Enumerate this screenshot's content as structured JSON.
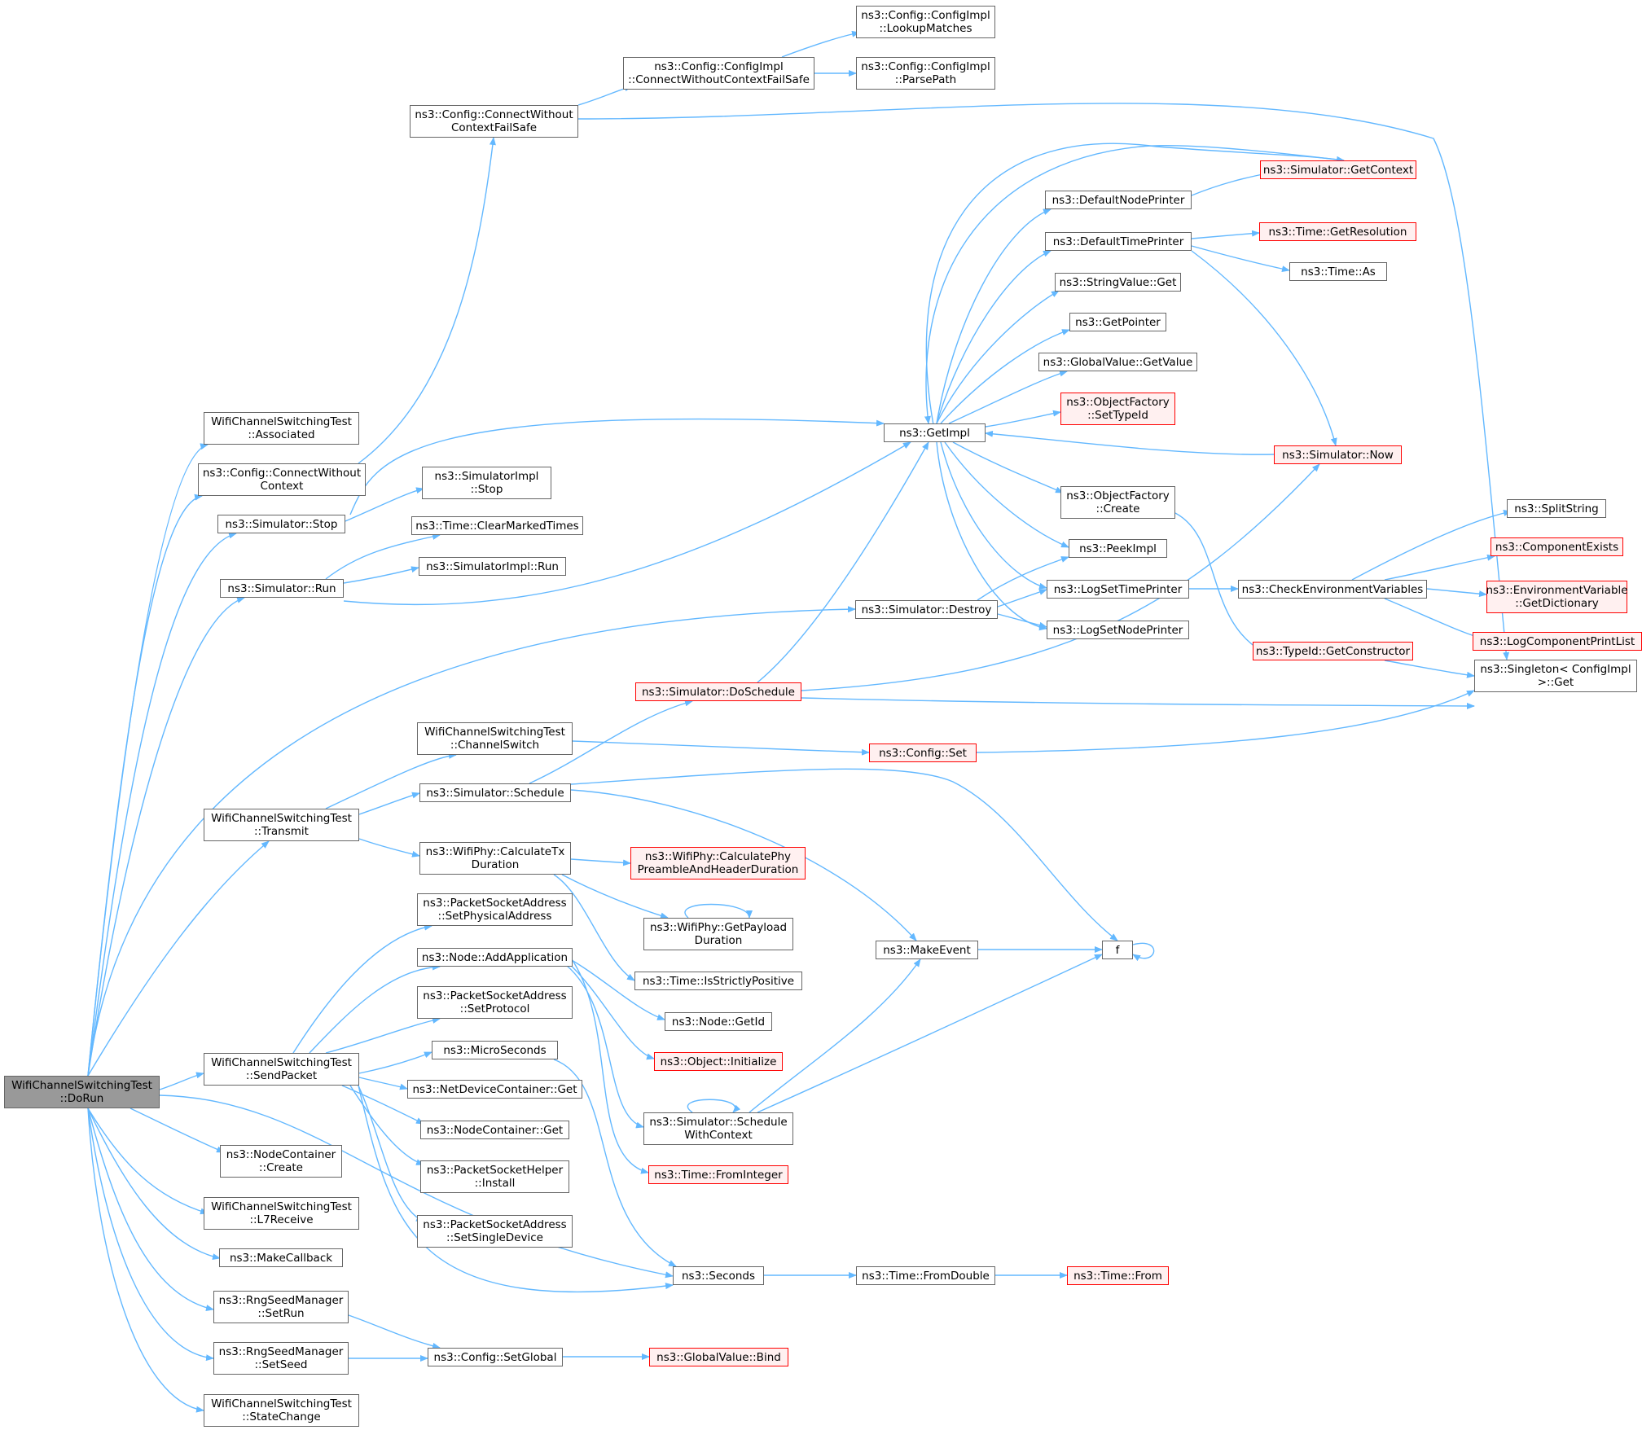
{
  "graph": {
    "edge_color": "#63b8ff",
    "node_border": "#666666",
    "red_border": "#ff0000",
    "red_fill": "#fff0f0",
    "root_fill": "#999999",
    "nodes": [
      {
        "id": "root",
        "label": "WifiChannelSwitchingTest\n::DoRun",
        "style": "root"
      },
      {
        "id": "associated",
        "label": "WifiChannelSwitchingTest\n::Associated",
        "style": "normal"
      },
      {
        "id": "cfgcwc",
        "label": "ns3::Config::ConnectWithout\nContext",
        "style": "normal"
      },
      {
        "id": "simstop",
        "label": "ns3::Simulator::Stop",
        "style": "normal"
      },
      {
        "id": "simrun",
        "label": "ns3::Simulator::Run",
        "style": "normal"
      },
      {
        "id": "transmit",
        "label": "WifiChannelSwitchingTest\n::Transmit",
        "style": "normal"
      },
      {
        "id": "sendpacket",
        "label": "WifiChannelSwitchingTest\n::SendPacket",
        "style": "normal"
      },
      {
        "id": "nccreate",
        "label": "ns3::NodeContainer\n::Create",
        "style": "normal"
      },
      {
        "id": "l7receive",
        "label": "WifiChannelSwitchingTest\n::L7Receive",
        "style": "normal"
      },
      {
        "id": "makecallback",
        "label": "ns3::MakeCallback",
        "style": "normal"
      },
      {
        "id": "setrun",
        "label": "ns3::RngSeedManager\n::SetRun",
        "style": "normal"
      },
      {
        "id": "setseed",
        "label": "ns3::RngSeedManager\n::SetSeed",
        "style": "normal"
      },
      {
        "id": "statechange",
        "label": "WifiChannelSwitchingTest\n::StateChange",
        "style": "normal"
      },
      {
        "id": "cfgcwcfs",
        "label": "ns3::Config::ConnectWithout\nContextFailSafe",
        "style": "normal"
      },
      {
        "id": "cicwcfs",
        "label": "ns3::Config::ConfigImpl\n::ConnectWithoutContextFailSafe",
        "style": "normal"
      },
      {
        "id": "lookup",
        "label": "ns3::Config::ConfigImpl\n::LookupMatches",
        "style": "normal"
      },
      {
        "id": "parsepath",
        "label": "ns3::Config::ConfigImpl\n::ParsePath",
        "style": "normal"
      },
      {
        "id": "simimplstop",
        "label": "ns3::SimulatorImpl\n::Stop",
        "style": "normal"
      },
      {
        "id": "clearmarked",
        "label": "ns3::Time::ClearMarkedTimes",
        "style": "normal"
      },
      {
        "id": "simimplrun",
        "label": "ns3::SimulatorImpl::Run",
        "style": "normal"
      },
      {
        "id": "chswitch",
        "label": "WifiChannelSwitchingTest\n::ChannelSwitch",
        "style": "normal"
      },
      {
        "id": "simschedule",
        "label": "ns3::Simulator::Schedule",
        "style": "normal"
      },
      {
        "id": "calctx",
        "label": "ns3::WifiPhy::CalculateTx\nDuration",
        "style": "normal"
      },
      {
        "id": "psa_phys",
        "label": "ns3::PacketSocketAddress\n::SetPhysicalAddress",
        "style": "normal"
      },
      {
        "id": "addapp",
        "label": "ns3::Node::AddApplication",
        "style": "normal"
      },
      {
        "id": "psa_proto",
        "label": "ns3::PacketSocketAddress\n::SetProtocol",
        "style": "normal"
      },
      {
        "id": "microsec",
        "label": "ns3::MicroSeconds",
        "style": "normal"
      },
      {
        "id": "ndcget",
        "label": "ns3::NetDeviceContainer::Get",
        "style": "normal"
      },
      {
        "id": "ncget",
        "label": "ns3::NodeContainer::Get",
        "style": "normal"
      },
      {
        "id": "pshinstall",
        "label": "ns3::PacketSocketHelper\n::Install",
        "style": "normal"
      },
      {
        "id": "psa_single",
        "label": "ns3::PacketSocketAddress\n::SetSingleDevice",
        "style": "normal"
      },
      {
        "id": "cfgsetglobal",
        "label": "ns3::Config::SetGlobal",
        "style": "normal"
      },
      {
        "id": "doschedule",
        "label": "ns3::Simulator::DoSchedule",
        "style": "red"
      },
      {
        "id": "calcphy",
        "label": "ns3::WifiPhy::CalculatePhy\nPreambleAndHeaderDuration",
        "style": "red"
      },
      {
        "id": "getpayload",
        "label": "ns3::WifiPhy::GetPayload\nDuration",
        "style": "normal"
      },
      {
        "id": "strictpos",
        "label": "ns3::Time::IsStrictlyPositive",
        "style": "normal"
      },
      {
        "id": "nodegetid",
        "label": "ns3::Node::GetId",
        "style": "normal"
      },
      {
        "id": "objinit",
        "label": "ns3::Object::Initialize",
        "style": "red"
      },
      {
        "id": "schedwc",
        "label": "ns3::Simulator::Schedule\nWithContext",
        "style": "normal"
      },
      {
        "id": "frominteger",
        "label": "ns3::Time::FromInteger",
        "style": "red"
      },
      {
        "id": "seconds",
        "label": "ns3::Seconds",
        "style": "normal"
      },
      {
        "id": "gvbind",
        "label": "ns3::GlobalValue::Bind",
        "style": "red"
      },
      {
        "id": "getimpl",
        "label": "ns3::GetImpl",
        "style": "normal"
      },
      {
        "id": "simdestroy",
        "label": "ns3::Simulator::Destroy",
        "style": "normal"
      },
      {
        "id": "cfgset",
        "label": "ns3::Config::Set",
        "style": "red"
      },
      {
        "id": "makeevent",
        "label": "ns3::MakeEvent",
        "style": "normal"
      },
      {
        "id": "fromdouble",
        "label": "ns3::Time::FromDouble",
        "style": "normal"
      },
      {
        "id": "defnodeprinter",
        "label": "ns3::DefaultNodePrinter",
        "style": "normal"
      },
      {
        "id": "deftimeprinter",
        "label": "ns3::DefaultTimePrinter",
        "style": "normal"
      },
      {
        "id": "strvalget",
        "label": "ns3::StringValue::Get",
        "style": "normal"
      },
      {
        "id": "getpointer",
        "label": "ns3::GetPointer",
        "style": "normal"
      },
      {
        "id": "gvgetvalue",
        "label": "ns3::GlobalValue::GetValue",
        "style": "normal"
      },
      {
        "id": "ofsettypeid",
        "label": "ns3::ObjectFactory\n::SetTypeId",
        "style": "red"
      },
      {
        "id": "ofcreate",
        "label": "ns3::ObjectFactory\n::Create",
        "style": "normal"
      },
      {
        "id": "peekimpl",
        "label": "ns3::PeekImpl",
        "style": "normal"
      },
      {
        "id": "logsettime",
        "label": "ns3::LogSetTimePrinter",
        "style": "normal"
      },
      {
        "id": "logsetnode",
        "label": "ns3::LogSetNodePrinter",
        "style": "normal"
      },
      {
        "id": "f",
        "label": "f",
        "style": "normal"
      },
      {
        "id": "timefrom",
        "label": "ns3::Time::From",
        "style": "red"
      },
      {
        "id": "simgetcontext",
        "label": "ns3::Simulator::GetContext",
        "style": "red"
      },
      {
        "id": "getresolution",
        "label": "ns3::Time::GetResolution",
        "style": "red"
      },
      {
        "id": "timeas",
        "label": "ns3::Time::As",
        "style": "normal"
      },
      {
        "id": "simnow",
        "label": "ns3::Simulator::Now",
        "style": "red"
      },
      {
        "id": "checkenv",
        "label": "ns3::CheckEnvironmentVariables",
        "style": "normal"
      },
      {
        "id": "getconstructor",
        "label": "ns3::TypeId::GetConstructor",
        "style": "red"
      },
      {
        "id": "splitstring",
        "label": "ns3::SplitString",
        "style": "normal"
      },
      {
        "id": "compexists",
        "label": "ns3::ComponentExists",
        "style": "red"
      },
      {
        "id": "envdict",
        "label": "ns3::EnvironmentVariable\n::GetDictionary",
        "style": "red"
      },
      {
        "id": "logcomplist",
        "label": "ns3::LogComponentPrintList",
        "style": "red"
      },
      {
        "id": "singleton",
        "label": "ns3::Singleton< ConfigImpl\n>::Get",
        "style": "normal"
      }
    ]
  }
}
